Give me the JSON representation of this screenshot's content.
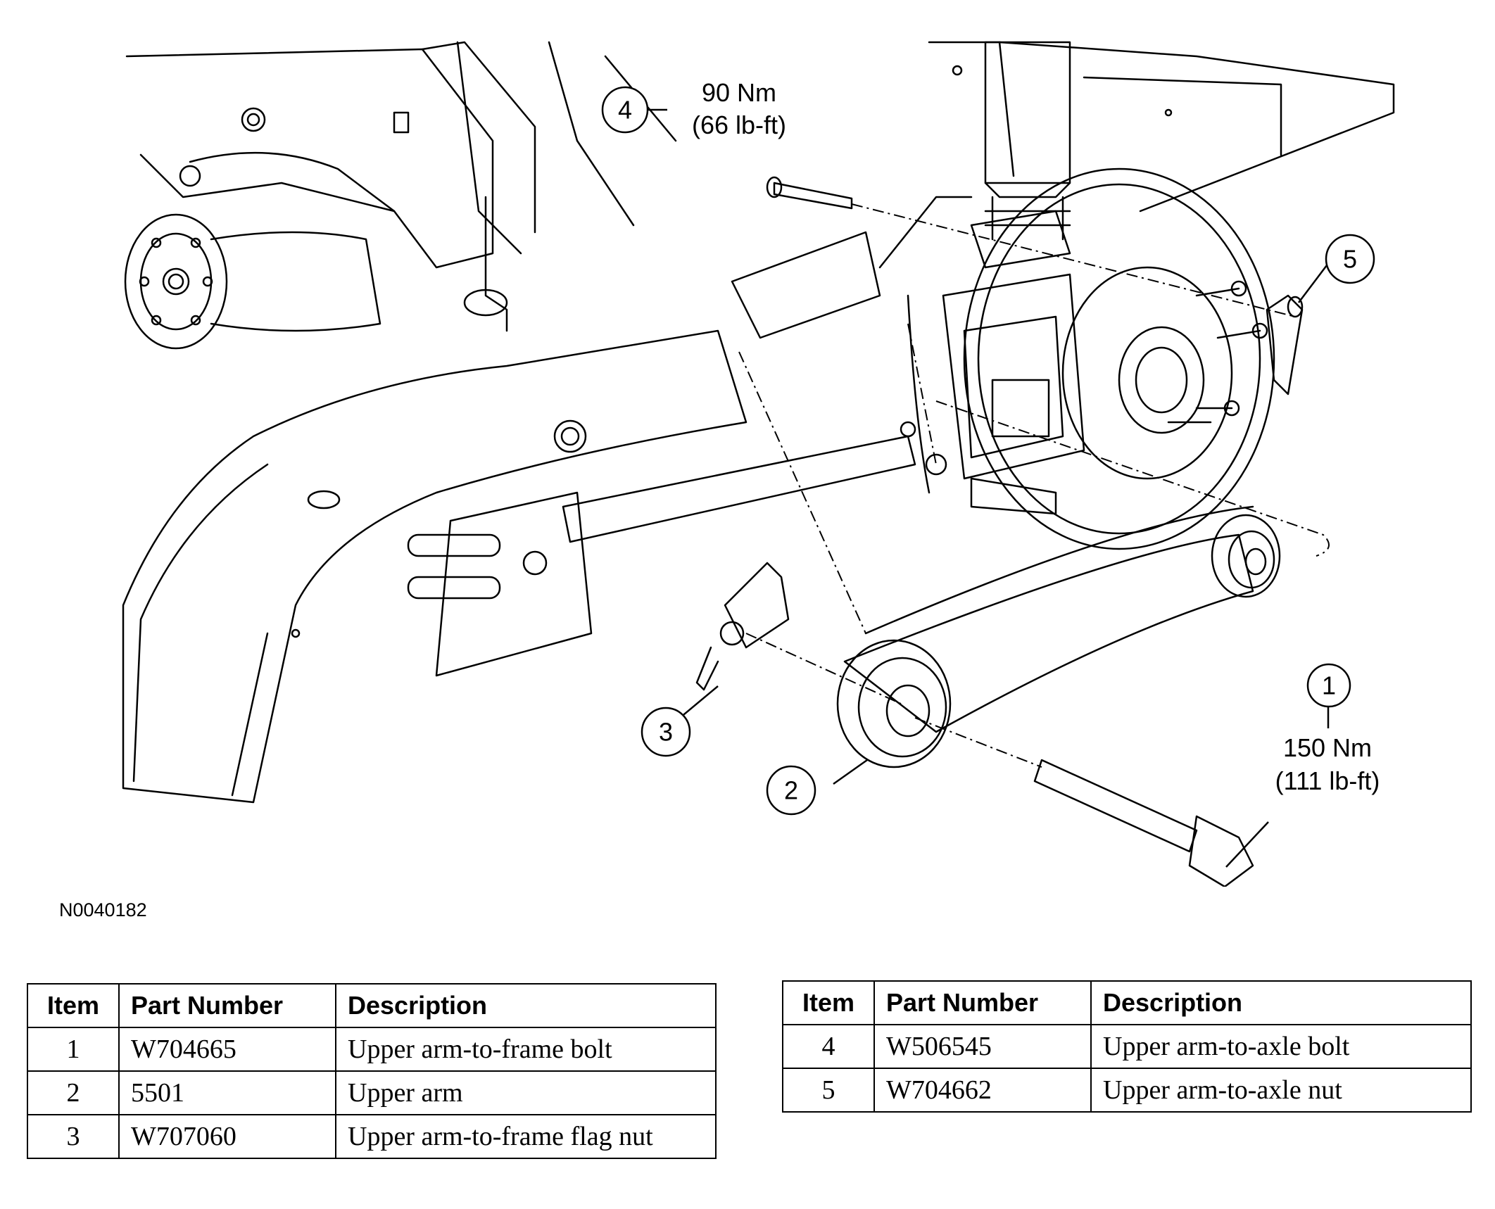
{
  "figure_code": "N0040182",
  "callouts": [
    {
      "id": "1",
      "torque_nm": "150 Nm",
      "torque_lbft": "(111 lb-ft)"
    },
    {
      "id": "2"
    },
    {
      "id": "3"
    },
    {
      "id": "4",
      "torque_nm": "90 Nm",
      "torque_lbft": "(66 lb-ft)"
    },
    {
      "id": "5"
    }
  ],
  "tables": {
    "headers": {
      "item": "Item",
      "part_number": "Part Number",
      "description": "Description"
    },
    "left": [
      {
        "item": "1",
        "part_number": "W704665",
        "description": "Upper arm-to-frame bolt"
      },
      {
        "item": "2",
        "part_number": "5501",
        "description": "Upper arm"
      },
      {
        "item": "3",
        "part_number": "W707060",
        "description": "Upper arm-to-frame flag nut"
      }
    ],
    "right": [
      {
        "item": "4",
        "part_number": "W506545",
        "description": "Upper arm-to-axle bolt"
      },
      {
        "item": "5",
        "part_number": "W704662",
        "description": "Upper arm-to-axle nut"
      }
    ]
  }
}
